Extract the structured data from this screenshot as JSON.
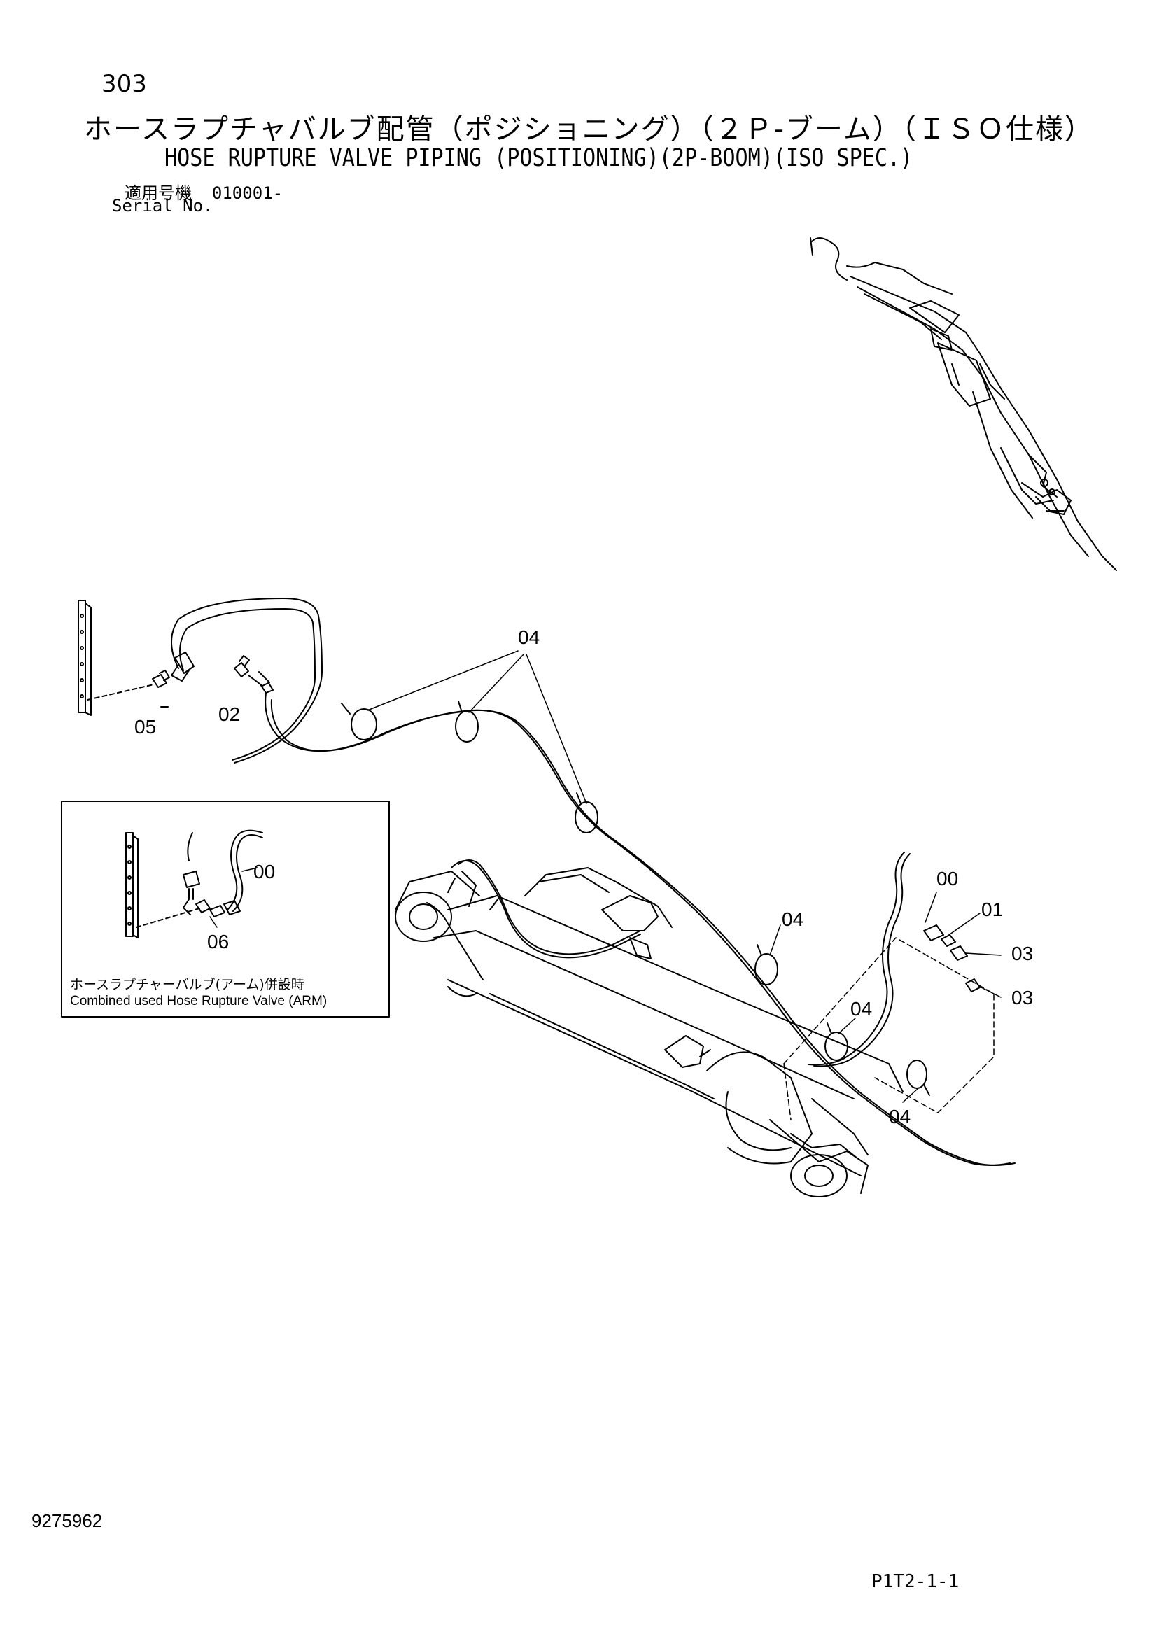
{
  "header": {
    "page_number": "303",
    "title_jp": "ホースラプチャバルブ配管（ポジショニング）（２Ｐ-ブーム）（ＩＳＯ仕様）",
    "title_en": "HOSE RUPTURE VALVE PIPING (POSITIONING)(2P-BOOM)(ISO SPEC.)",
    "serial_label_jp": "適用号機",
    "serial_value": "010001-",
    "serial_label_en": "Serial No."
  },
  "inset": {
    "caption_jp": "ホースラプチャーバルブ(アーム)併設時",
    "caption_en": "Combined used Hose Rupture Valve (ARM)",
    "callouts": [
      "00",
      "06"
    ]
  },
  "callouts": {
    "c04_top": "04",
    "c05": "05",
    "c02": "02",
    "c04_mid": "04",
    "c00": "00",
    "c01": "01",
    "c03_a": "03",
    "c03_b": "03",
    "c04_low": "04",
    "c04_bottom": "04"
  },
  "footer": {
    "doc_number": "9275962",
    "page_code": "P1T2-1-1"
  }
}
